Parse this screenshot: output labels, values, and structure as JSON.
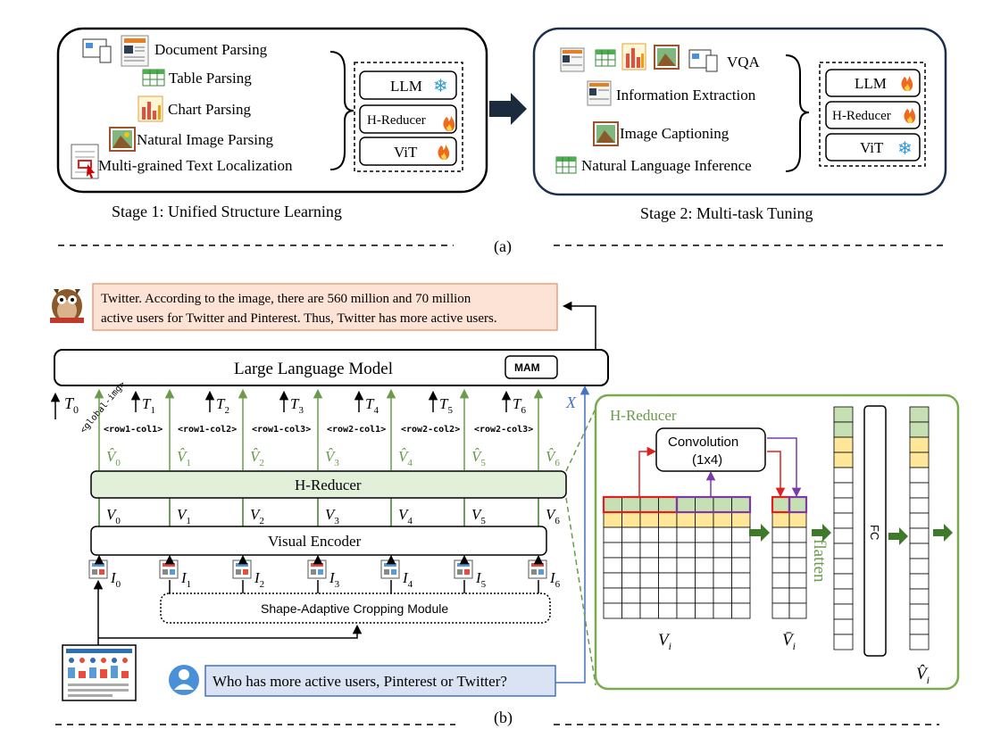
{
  "stage1": {
    "tasks": [
      "Document Parsing",
      "Table Parsing",
      "Chart Parsing",
      "Natural Image Parsing",
      "Multi-grained Text Localization"
    ],
    "modules": [
      "LLM",
      "H-Reducer",
      "ViT"
    ],
    "caption": "Stage 1: Unified Structure Learning"
  },
  "stage2": {
    "tasks": [
      "VQA",
      "Information Extraction",
      "Image Captioning",
      "Natural Language Inference"
    ],
    "modules": [
      "LLM",
      "H-Reducer",
      "ViT"
    ],
    "caption": "Stage 2: Multi-task Tuning"
  },
  "label_a": "(a)",
  "label_b": "(b)",
  "answer_text": [
    "Twitter. According to the image, there are 560 million and 70 million",
    "active users for Twitter and Pinterest. Thus, Twitter has more active users."
  ],
  "llm_label": "Large Language Model",
  "mam_label": "MAM",
  "token_labels": [
    "<row1-col1>",
    "<row1-col2>",
    "<row1-col3>",
    "<row2-col1>",
    "<row2-col2>",
    "<row2-col3>"
  ],
  "global_img_label": "<global-img>",
  "hreducer_label": "H-Reducer",
  "visual_encoder_label": "Visual Encoder",
  "cropping_label": "Shape-Adaptive  Cropping Module",
  "question_text": "Who has more active users, Pinterest or Twitter?",
  "detail": {
    "title": "H-Reducer",
    "conv_label": "Convolution",
    "conv_kernel": "(1x4)",
    "flatten_label": "flatten",
    "fc_label": "FC"
  }
}
